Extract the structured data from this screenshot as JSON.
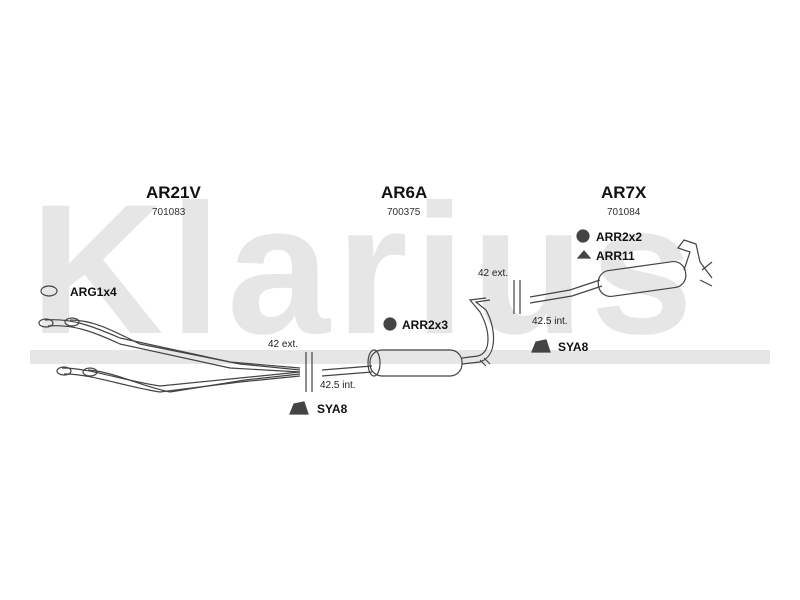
{
  "watermark": "Klarius",
  "parts": [
    {
      "code": "AR21V",
      "number": "701083"
    },
    {
      "code": "AR6A",
      "number": "700375"
    },
    {
      "code": "AR7X",
      "number": "701084"
    }
  ],
  "accessories": {
    "arg1x4": "ARG1x4",
    "arr2x3": "ARR2x3",
    "arr2x2": "ARR2x2",
    "arr11": "ARR11",
    "sya8_left": "SYA8",
    "sya8_right": "SYA8"
  },
  "joints": {
    "left_ext": "42 ext.",
    "left_int": "42.5 int.",
    "right_ext": "42 ext.",
    "right_int": "42.5 int."
  },
  "colors": {
    "line": "#444444",
    "watermark": "#e6e6e6",
    "text": "#111111"
  }
}
